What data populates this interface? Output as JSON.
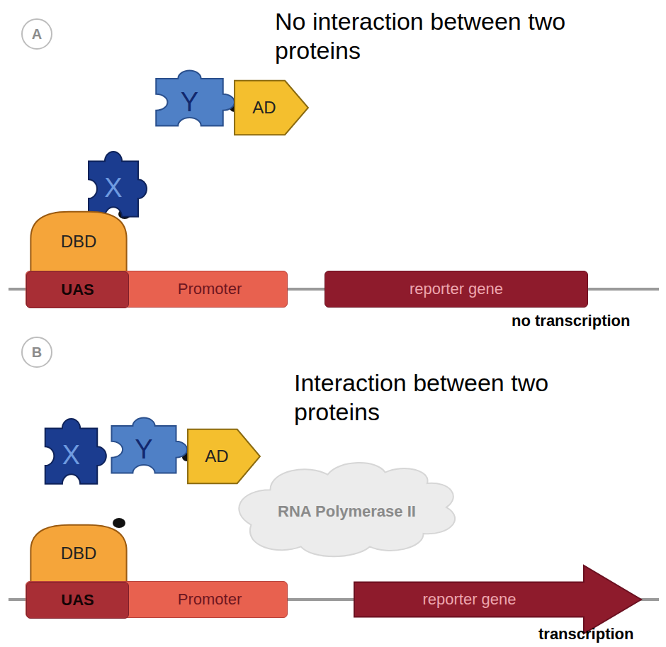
{
  "diagram": {
    "nodes": [
      {
        "text": [
          "A"
        ]
      },
      {
        "text": [
          "Y"
        ]
      },
      {
        "text": [
          "AD"
        ]
      },
      {
        "text": [
          "X"
        ]
      },
      {
        "text": [
          "DBD"
        ]
      },
      {
        "text": [
          "Promoter"
        ]
      },
      {
        "text": [
          "UAS"
        ],
        "in": 5
      },
      {
        "text": [
          "reporter gene"
        ]
      },
      {
        "text": [
          "B"
        ]
      },
      {
        "text": [
          "X"
        ]
      },
      {
        "text": [
          "Y"
        ]
      },
      {
        "text": [
          "AD"
        ]
      },
      {
        "text": [
          "RNA Polymerase II"
        ]
      },
      {
        "text": [
          "DBD"
        ]
      },
      {
        "text": [
          "Promoter"
        ]
      },
      {
        "text": [
          "UAS"
        ],
        "in": 14
      },
      {
        "text": [
          "reporter gene"
        ]
      }
    ],
    "labels": [
      "No interaction between two proteins",
      "no transcription",
      "Interaction between two proteins",
      "transcription"
    ]
  }
}
